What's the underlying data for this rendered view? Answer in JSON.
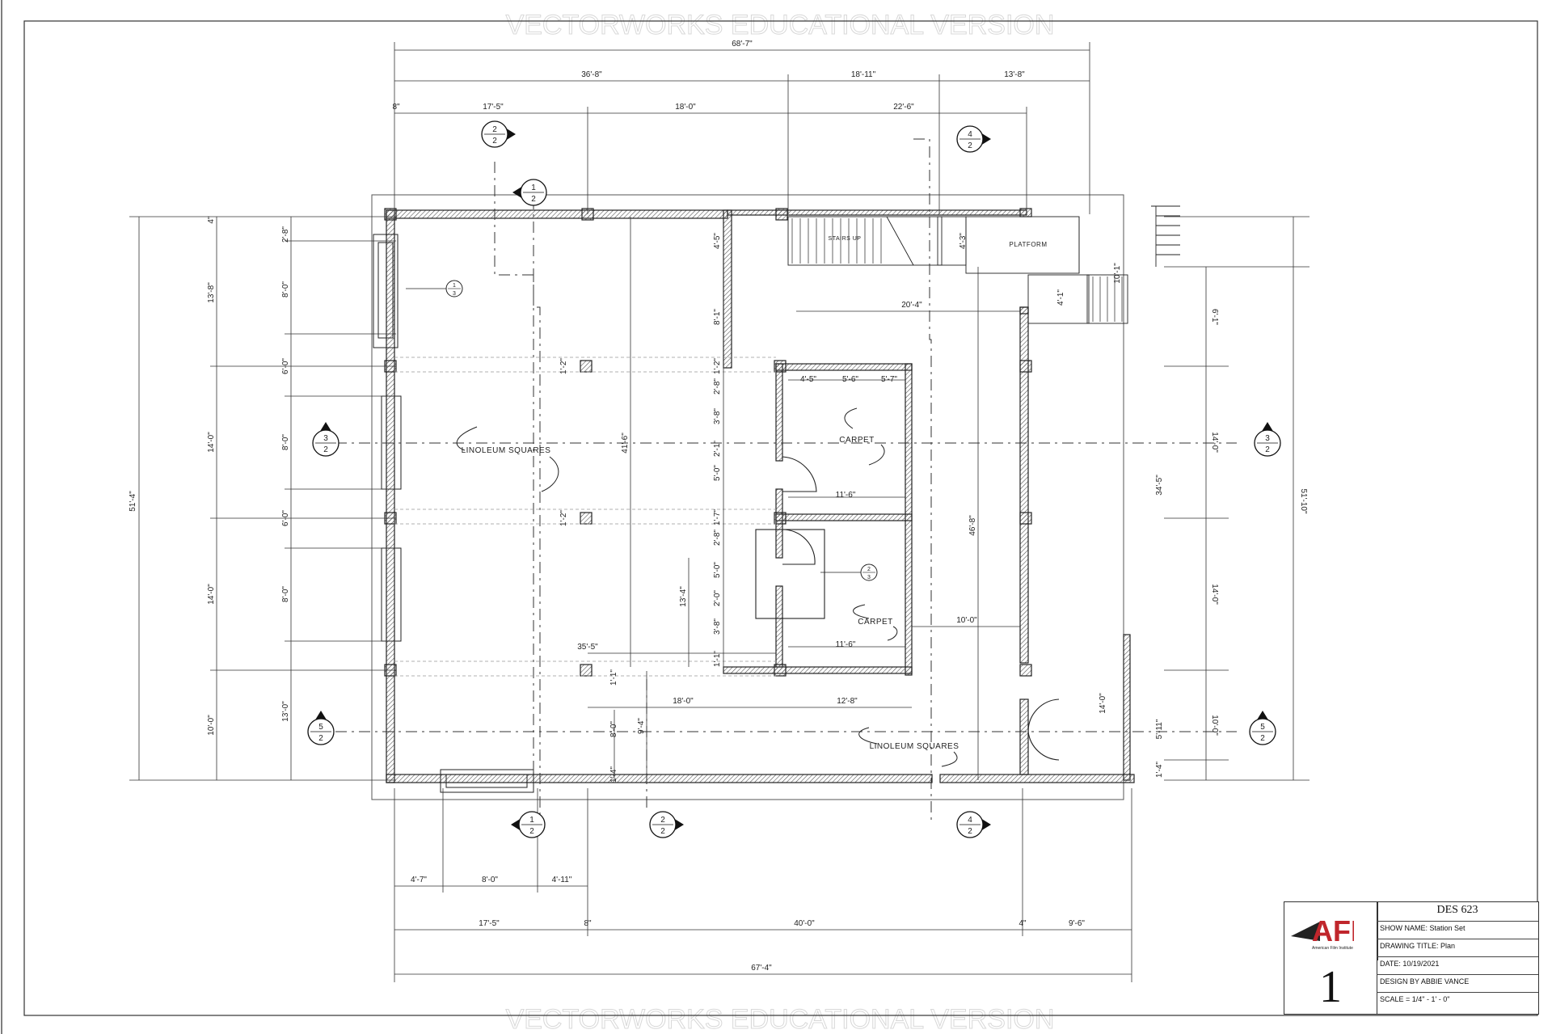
{
  "watermark": "VECTORWORKS EDUCATIONAL VERSION",
  "plan": {
    "overall_top": "68'-7\"",
    "top_row2": [
      "36'-8\"",
      "18'-11\"",
      "13'-8\""
    ],
    "top_row3": [
      "8\"",
      "17'-5\"",
      "18'-0\"",
      "22'-6\""
    ],
    "left_overall": "51'-4\"",
    "left_row2": [
      "4\"",
      "13'-8\"",
      "14'-0\"",
      "14'-0\"",
      "10'-0\""
    ],
    "left_row3": [
      "2'-8\"",
      "8'-0\"",
      "6'-0\"",
      "8'-0\"",
      "6'-0\"",
      "8'-0\"",
      "13'-0\""
    ],
    "right_overall": "51'-10\"",
    "right_row2": [
      "6'-1\"",
      "14'-0\"",
      "14'-0\"",
      "10'-0\""
    ],
    "right_inner": [
      "34'-5\"",
      "5'-11\"",
      "1'-4\"",
      "14'-0\""
    ],
    "bottom_row1": [
      "4'-7\"",
      "8'-0\"",
      "4'-11\""
    ],
    "bottom_row2": [
      "17'-5\"",
      "8\"",
      "40'-0\"",
      "4\"",
      "9'-6\""
    ],
    "bottom_overall": "67'-4\"",
    "interior_dims": {
      "d41_6": "41'-6\"",
      "d46_8": "46'-8\"",
      "d20_4": "20'-4\"",
      "d35_5": "35'-5\"",
      "d13_4": "13'-4\"",
      "d18_0": "18'-0\"",
      "d12_8": "12'-8\"",
      "d10_0": "10'-0\"",
      "d11_6a": "11'-6\"",
      "d11_6b": "11'-6\"",
      "d4_5": "4'-5\"",
      "d5_6": "5'-6\"",
      "d5_7": "5'-7\"",
      "d4_3": "4'-3\"",
      "d4_5v": "4'-5\"",
      "d8_1": "8'-1\"",
      "d1_2a": "1'-2\"",
      "d1_2b": "1'-2\"",
      "d10_1": "10'-1\"",
      "d4_1": "4'-1\"",
      "d14_0": "14'-0\"",
      "d8_0": "8'-0\"",
      "d9_4": "9'-4\"",
      "d1_4": "1'-4\"",
      "d1_1": "1'-1\"",
      "col_dims": [
        "1'-2\"",
        "2'-8\"",
        "3'-8\"",
        "2'-1\"",
        "5'-0\"",
        "1'-7\"",
        "2'-8\"",
        "5'-0\"",
        "2'-0\"",
        "3'-8\"",
        "1'-1\""
      ]
    },
    "rooms": {
      "linoleum_1": "LINOLEUM SQUARES",
      "linoleum_2": "LINOLEUM SQUARES",
      "carpet_1": "CARPET",
      "carpet_2": "CARPET",
      "stairs": "STAIRS UP",
      "platform": "PLATFORM"
    },
    "section_markers": [
      {
        "id": "m-2-2-top",
        "top": "2",
        "bottom": "2"
      },
      {
        "id": "m-1-2-top",
        "top": "1",
        "bottom": "2"
      },
      {
        "id": "m-4-2-top",
        "top": "4",
        "bottom": "2"
      },
      {
        "id": "m-3-2-left",
        "top": "3",
        "bottom": "2"
      },
      {
        "id": "m-3-2-right",
        "top": "3",
        "bottom": "2"
      },
      {
        "id": "m-5-2-left",
        "top": "5",
        "bottom": "2"
      },
      {
        "id": "m-5-2-right",
        "top": "5",
        "bottom": "2"
      },
      {
        "id": "m-1-2-bot",
        "top": "1",
        "bottom": "2"
      },
      {
        "id": "m-2-2-bot",
        "top": "2",
        "bottom": "2"
      },
      {
        "id": "m-4-2-bot",
        "top": "4",
        "bottom": "2"
      }
    ],
    "detail_markers": [
      {
        "id": "d-1-3",
        "top": "1",
        "bottom": "3"
      },
      {
        "id": "d-2-3",
        "top": "2",
        "bottom": "3"
      }
    ]
  },
  "title_block": {
    "logo_text": "AFI",
    "logo_sub": "American Film Institute",
    "course": "DES 623",
    "show_name": "SHOW NAME: Station Set",
    "drawing_title": "DRAWING TITLE: Plan",
    "date": "DATE: 10/19/2021",
    "designer": "DESIGN BY ABBIE VANCE",
    "scale": "SCALE = 1/4\" - 1' - 0\"",
    "sheet_number": "1"
  },
  "colors": {
    "line": "#222222",
    "hatch": "#555555",
    "logo_red": "#c0262c"
  }
}
